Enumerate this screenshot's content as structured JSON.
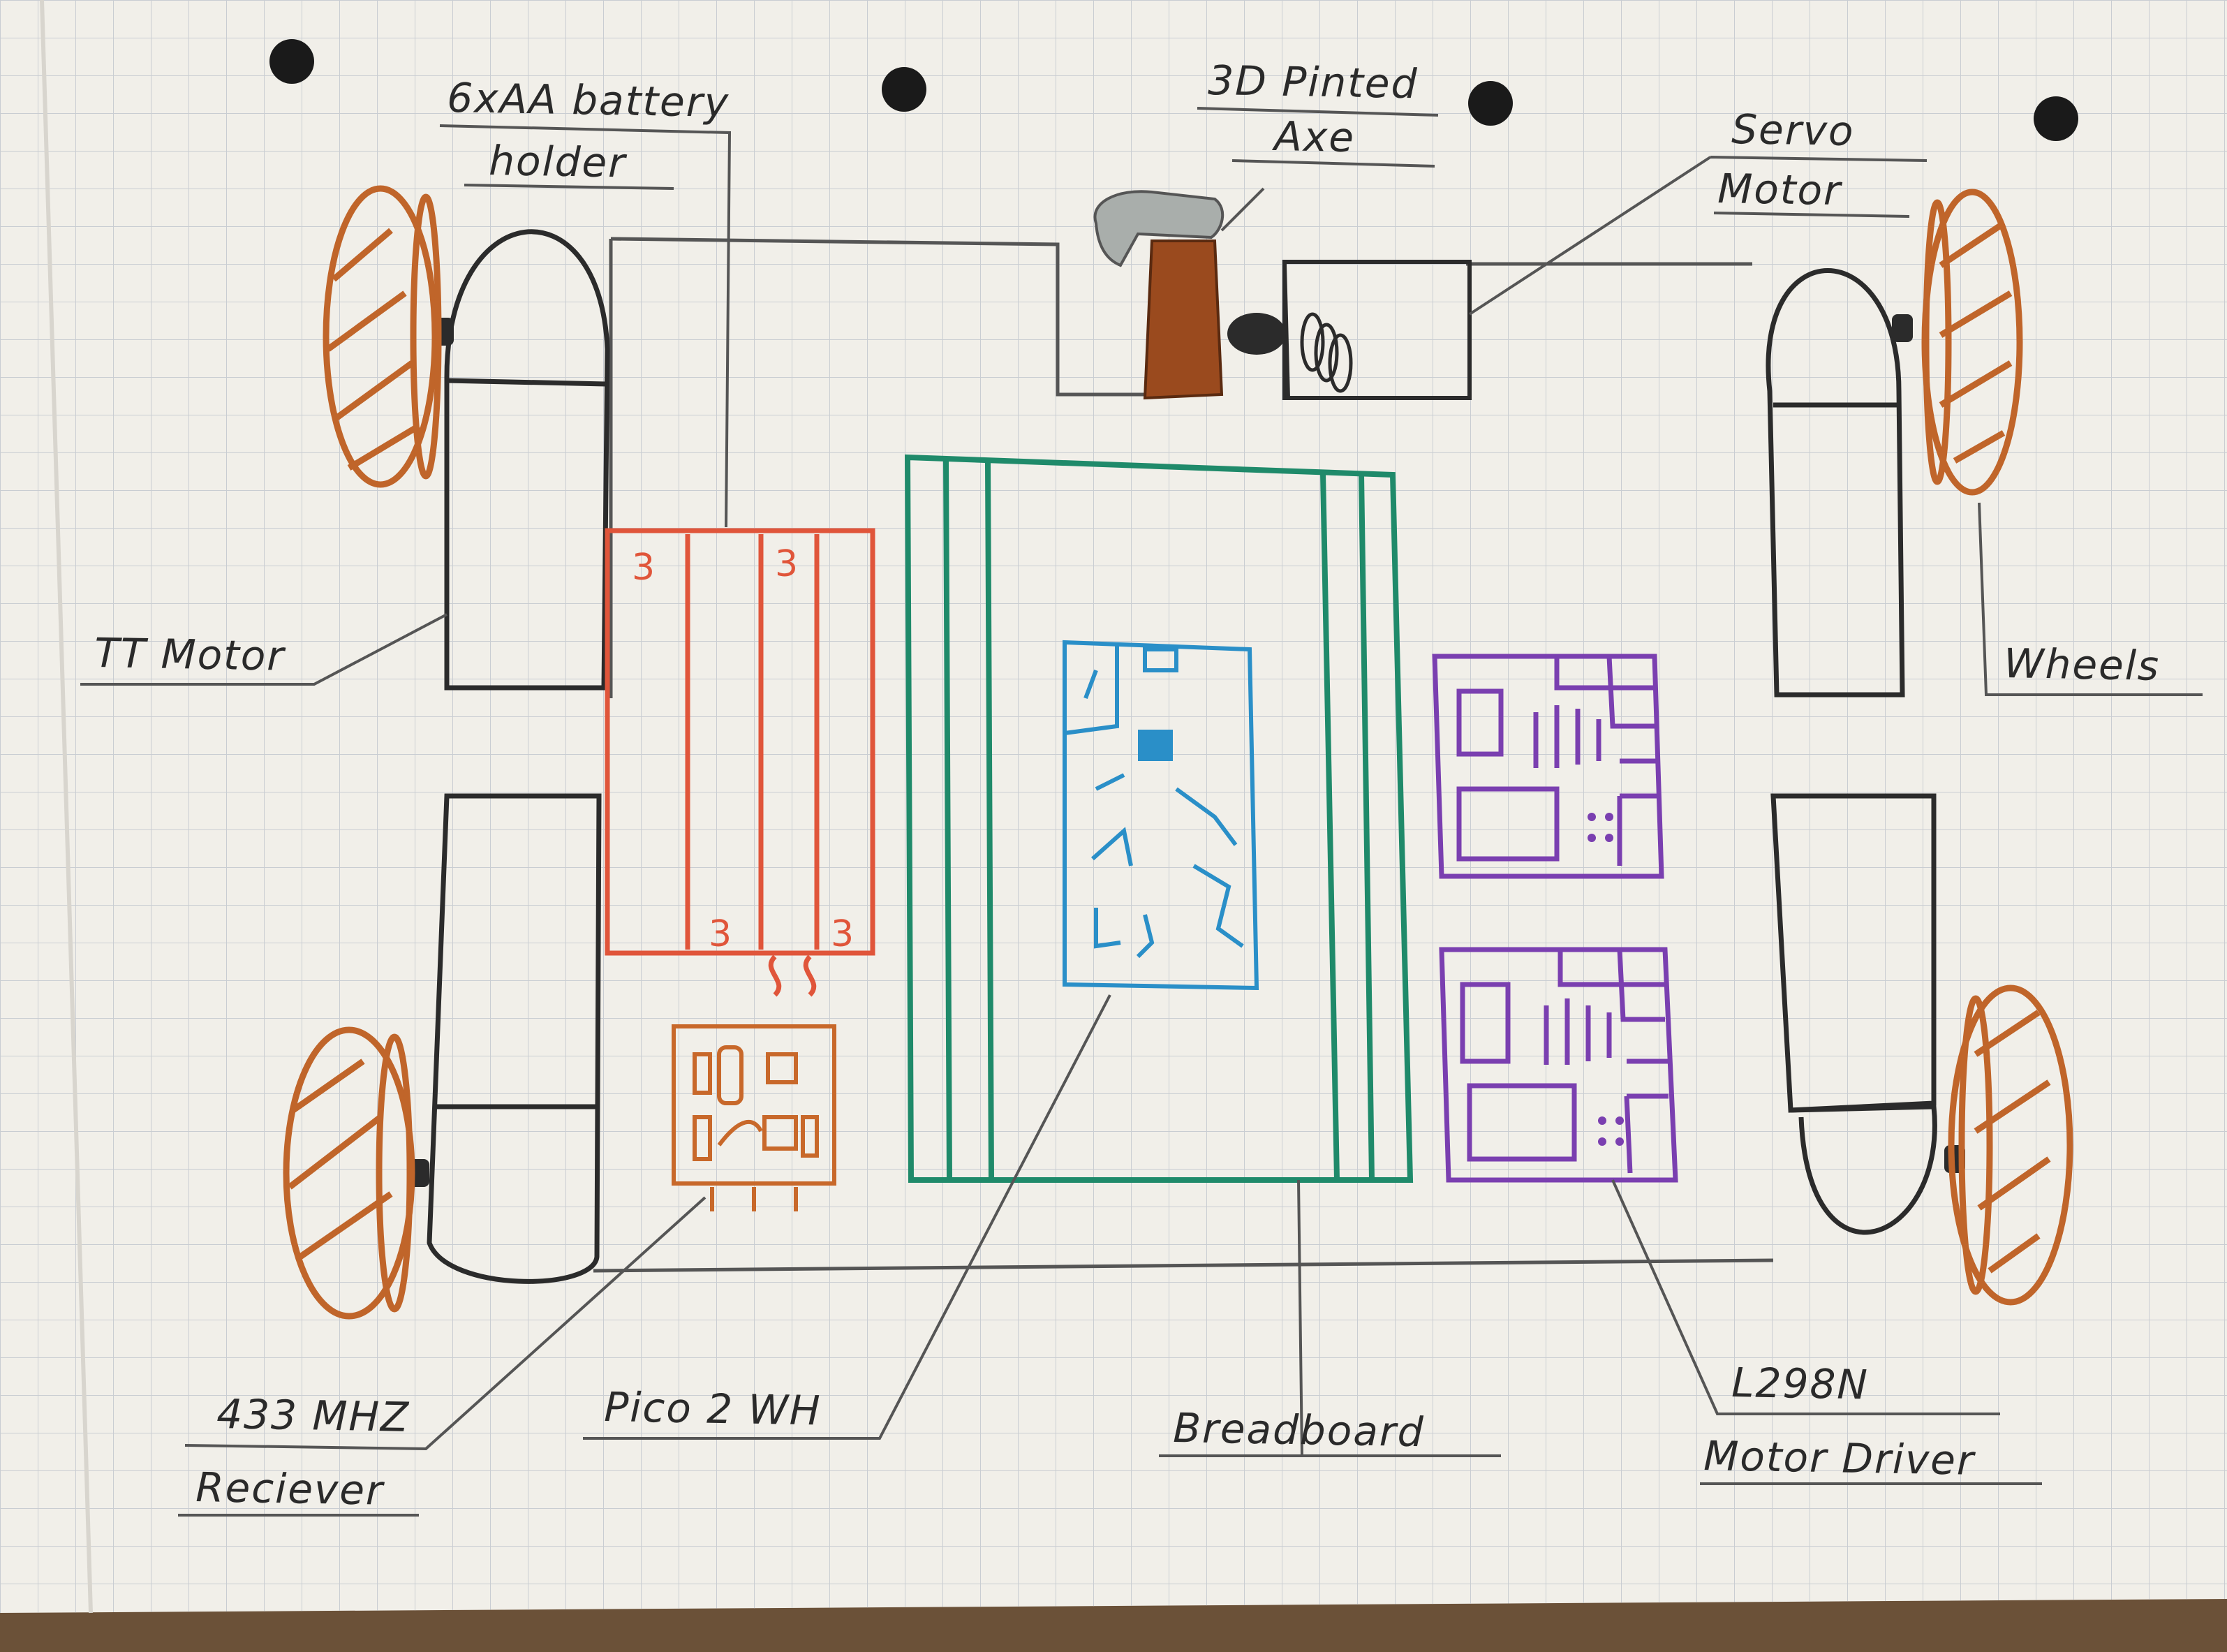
{
  "labels": {
    "battery_line1": "6xAA battery",
    "battery_line2": "holder",
    "axe_line1": "3D Pinted",
    "axe_line2": "Axe",
    "servo_line1": "Servo",
    "servo_line2": "Motor",
    "tt_motor": "TT Motor",
    "wheels": "Wheels",
    "receiver_line1": "433 MHZ",
    "receiver_line2": "Reciever",
    "pico": "Pico 2 WH",
    "breadboard": "Breadboard",
    "driver_line1": "L298N",
    "driver_line2": "Motor Driver"
  },
  "colors": {
    "paper": "#f1efe9",
    "grid": "#c9cdd2",
    "ink": "#2b2b2b",
    "wheel": "#c0652a",
    "axe_wood": "#9a4a1e",
    "axe_blade": "#a9aeab",
    "battery": "#e0553a",
    "receiver": "#c8682a",
    "breadboard": "#1f8a6a",
    "pico": "#2a8fc8",
    "driver": "#7a3fb0",
    "hole": "#1a1a1a"
  }
}
